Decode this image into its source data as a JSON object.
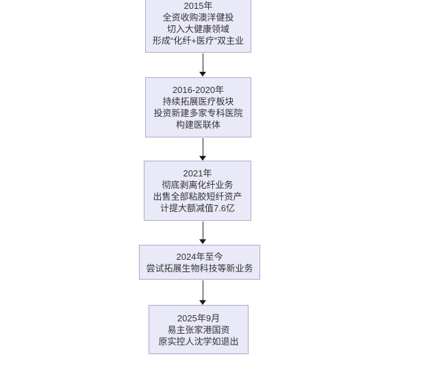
{
  "diagram": {
    "boxes": [
      {
        "lines": [
          "2015年",
          "全资收购澳洋健投",
          "切入大健康领域",
          "形成“化纤+医疗”双主业"
        ]
      },
      {
        "lines": [
          "2016-2020年",
          "持续拓展医疗板块",
          "投资新建多家专科医院",
          "构建医联体"
        ]
      },
      {
        "lines": [
          "2021年",
          "彻底剥离化纤业务",
          "出售全部粘胶短纤资产",
          "计提大额减值7.6亿"
        ]
      },
      {
        "lines": [
          "2024年至今",
          "尝试拓展生物科技等新业务"
        ]
      },
      {
        "lines": [
          "2025年9月",
          "易主张家港国资",
          "原实控人沈学如退出"
        ]
      }
    ]
  },
  "colors": {
    "background": "#ffffff",
    "box_fill": "#e9e9f8",
    "box_border": "#a9a9c8",
    "text": "#333333",
    "arrow": "#1c1c1c"
  }
}
